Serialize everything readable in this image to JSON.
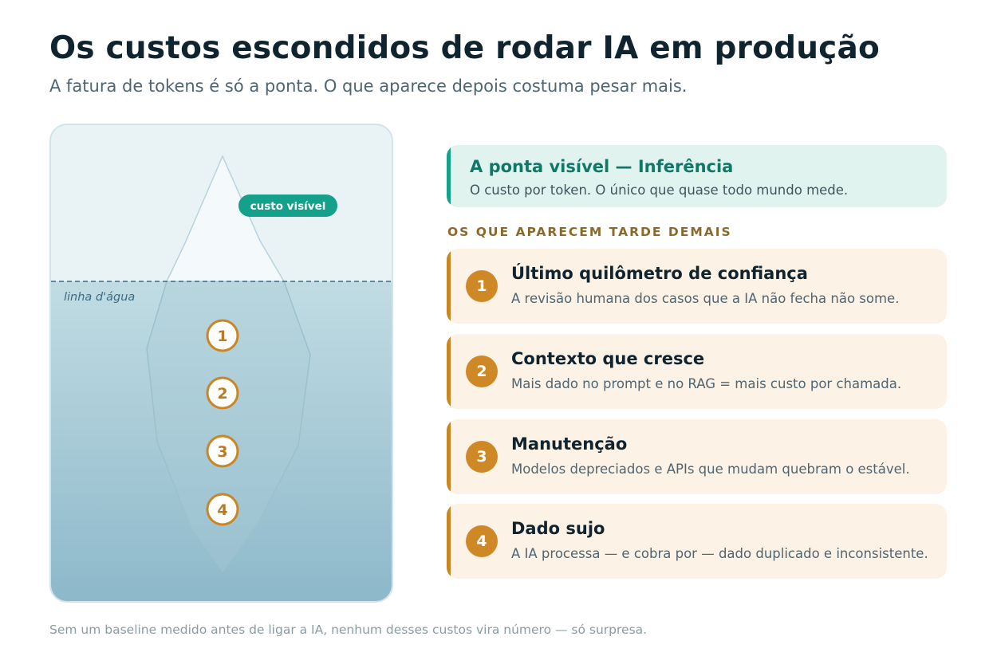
{
  "header": {
    "title": "Os custos escondidos de rodar IA em produção",
    "subtitle": "A fatura de tokens é só a ponta. O que aparece depois costuma pesar mais."
  },
  "iceberg": {
    "visible_badge": "custo visível",
    "waterline_label": "linha d'água",
    "markers": [
      "1",
      "2",
      "3",
      "4"
    ]
  },
  "tip": {
    "title": "A ponta visível — Inferência",
    "description": "O custo por token. O único que quase todo mundo mede."
  },
  "section_label": "OS QUE APARECEM TARDE DEMAIS",
  "costs": [
    {
      "number": "1",
      "title": "Último quilômetro de confiança",
      "description": "A revisão humana dos casos que a IA não fecha não some."
    },
    {
      "number": "2",
      "title": "Contexto que cresce",
      "description": "Mais dado no prompt e no RAG = mais custo por chamada."
    },
    {
      "number": "3",
      "title": "Manutenção",
      "description": "Modelos depreciados e APIs que mudam quebram o estável."
    },
    {
      "number": "4",
      "title": "Dado sujo",
      "description": "A IA processa — e cobra por — dado duplicado e inconsistente."
    }
  ],
  "footer": "Sem um baseline medido antes de ligar a IA, nenhum desses custos vira número — só surpresa.",
  "colors": {
    "teal_accent": "#14a08a",
    "amber_accent": "#cf8826",
    "water_top": "#c1dce3",
    "water_bottom": "#8db8ca",
    "sky": "#e9f2f4"
  }
}
